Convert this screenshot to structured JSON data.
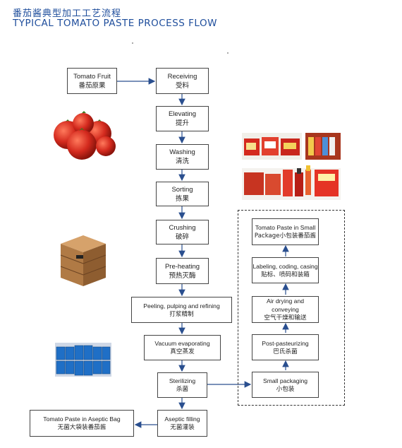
{
  "title": {
    "cn": "番茄酱典型加工工艺流程",
    "en": "TYPICAL TOMATO PASTE PROCESS FLOW"
  },
  "nodes": {
    "tomato_fruit": {
      "en": "Tomato Fruit",
      "cn": "番茄原果"
    },
    "receiving": {
      "en": "Receiving",
      "cn": "受料"
    },
    "elevating": {
      "en": "Elevating",
      "cn": "提升"
    },
    "washing": {
      "en": "Washing",
      "cn": "清洗"
    },
    "sorting": {
      "en": "Sorting",
      "cn": "拣果"
    },
    "crushing": {
      "en": "Crushing",
      "cn": "破碎"
    },
    "preheating": {
      "en": "Pre-heating",
      "cn": "预热灭酶"
    },
    "peeling": {
      "en": "Peeling, pulping and refining",
      "cn": "打浆精制"
    },
    "vacuum": {
      "en": "Vacuum evaporating",
      "cn": "真空蒸发"
    },
    "sterilizing": {
      "en": "Sterilizing",
      "cn": "杀菌"
    },
    "aseptic_filling": {
      "en": "Aseptic filling",
      "cn": "无菌灌装"
    },
    "aseptic_bag": {
      "en": "Tomato Paste in Aseptic Bag",
      "cn": "无菌大袋装番茄酱"
    },
    "small_packaging": {
      "en": "Small packaging",
      "cn": "小包装"
    },
    "post_pasteurizing": {
      "en": "Post-pasteurizing",
      "cn": "巴氏杀菌"
    },
    "air_drying": {
      "en": "Air drying and conveying",
      "cn": "空气干燥和输送"
    },
    "labeling": {
      "en": "Labeling, coding, casing",
      "cn": "贴标、喷码和装箱"
    },
    "small_package": {
      "en": "Tomato Paste in Small",
      "cn": "Package小包装番茄酱"
    }
  },
  "colors": {
    "title": "#1f4e9c",
    "arrow": "#2a4f8f",
    "tomato": "#d42a1e",
    "drum": "#1f6fc6",
    "crate": "#b07a45"
  },
  "icons": [
    "tomato-photo",
    "bin-photo",
    "drums-photo",
    "product-photo"
  ]
}
